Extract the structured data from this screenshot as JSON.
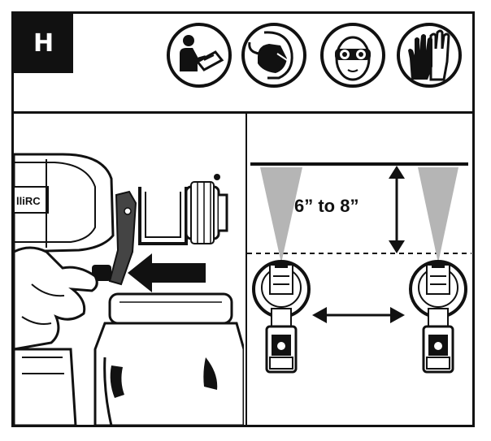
{
  "step": {
    "label": "H"
  },
  "safety_icons": [
    {
      "icon": "read-manual-icon"
    },
    {
      "icon": "respirator-mask-icon"
    },
    {
      "icon": "safety-goggles-icon"
    },
    {
      "icon": "protective-gloves-icon"
    }
  ],
  "spray_distance": {
    "label": "6” to 8”"
  },
  "device_brand": {
    "label": "lliRC"
  }
}
